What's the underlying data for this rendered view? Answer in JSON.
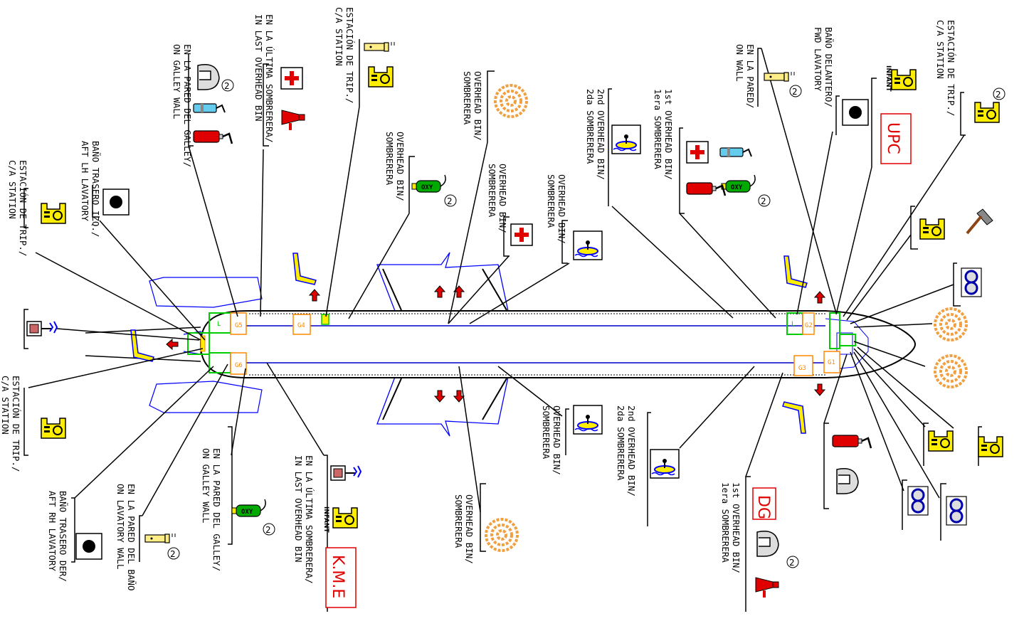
{
  "diagram": {
    "colors": {
      "fuselage": "#000000",
      "aisle": "#0000cc",
      "wing": "#0000ff",
      "door_fwd_aft": "#00cc00",
      "door_box": "#ff8800",
      "extinguisher": "#e00000",
      "vest": "#ffee00",
      "oxygen": "#00aa00",
      "rope": "#f0a040",
      "kme_upc_dg": "#e00000"
    },
    "doors": {
      "g1": "G1",
      "g2": "G2",
      "g3": "G3",
      "g4": "G4",
      "g5": "G5",
      "g6": "G6",
      "l_fwd": "L",
      "l_aft": "L"
    },
    "labels": {
      "aft_station_left": [
        "ESTACIÓN DE TRIP./",
        "C/A STATION"
      ],
      "aft_lh_lav": [
        "BAÑO TRASERO IZQ./",
        "AFT LH LAVATORY"
      ],
      "galley_wall_top": [
        "EN LA PARED DEL GALLEY/",
        "ON GALLEY WALL"
      ],
      "last_bin_top": [
        "EN LA ÚLTIMA SOMBRERERA/",
        "IN LAST OVERHEAD BIN"
      ],
      "station_mid_top": [
        "ESTACIÓN DE TRIP./",
        "C/A STATION"
      ],
      "ovh_bin_oxy": [
        "OVERHEAD BIN/",
        "SOMBRERERA"
      ],
      "ovh_bin_rope_top": [
        "OVERHEAD BIN/",
        "SOMBRERERA"
      ],
      "ovh_bin_firstaid": [
        "OVERHEAD BIN/",
        "SOMBRERERA"
      ],
      "ovh_bin_raft_top": [
        "OVERHEAD BIN/",
        "SOMBRERERA"
      ],
      "second_bin_top": [
        "2nd OVERHEAD BIN/",
        "2da SOMBRERERA"
      ],
      "first_bin_top": [
        "1st OVERHEAD BIN/",
        "1era SOMBRERERA"
      ],
      "on_wall_fwd": [
        "EN LA PARED/",
        "ON WALL"
      ],
      "fwd_lav": [
        "BAÑO DELANTERO/",
        "FWD LAVATORY"
      ],
      "fwd_station": [
        "ESTACIÓN DE TRIP./",
        "C/A STATION"
      ],
      "aft_station_right": [
        "ESTACIÓN DE TRIP./",
        "C/A STATION"
      ],
      "aft_rh_lav": [
        "BAÑO TRASERO DER/",
        "AFT RH LAVATORY"
      ],
      "lav_wall": [
        "EN LA PARED DEL BAÑO",
        "ON LAVATORY WALL"
      ],
      "galley_wall_bottom": [
        "EN LA PARED DEL GALLEY/",
        "ON GALLEY WALL"
      ],
      "last_bin_bottom": [
        "EN LA ÚLTIMA SOMBRERERA/",
        "IN LAST OVERHEAD BIN"
      ],
      "ovh_bin_rope_bottom": [
        "OVERHEAD BIN/",
        "SOMBRERERA"
      ],
      "ovh_bin_raft_bottom": [
        "OVERHEAD BIN/",
        "SOMBRERERA"
      ],
      "second_bin_bottom": [
        "2nd OVERHEAD BIN/",
        "2da SOMBRERERA"
      ],
      "first_bin_bottom": [
        "1st OVERHEAD BIN/",
        "1era SOMBRERERA"
      ]
    },
    "badges": {
      "upc": "UPC",
      "dg": "DG",
      "kme": "K.M.E",
      "infant": "INFANT",
      "oxy": "OXY",
      "two": "2"
    }
  }
}
